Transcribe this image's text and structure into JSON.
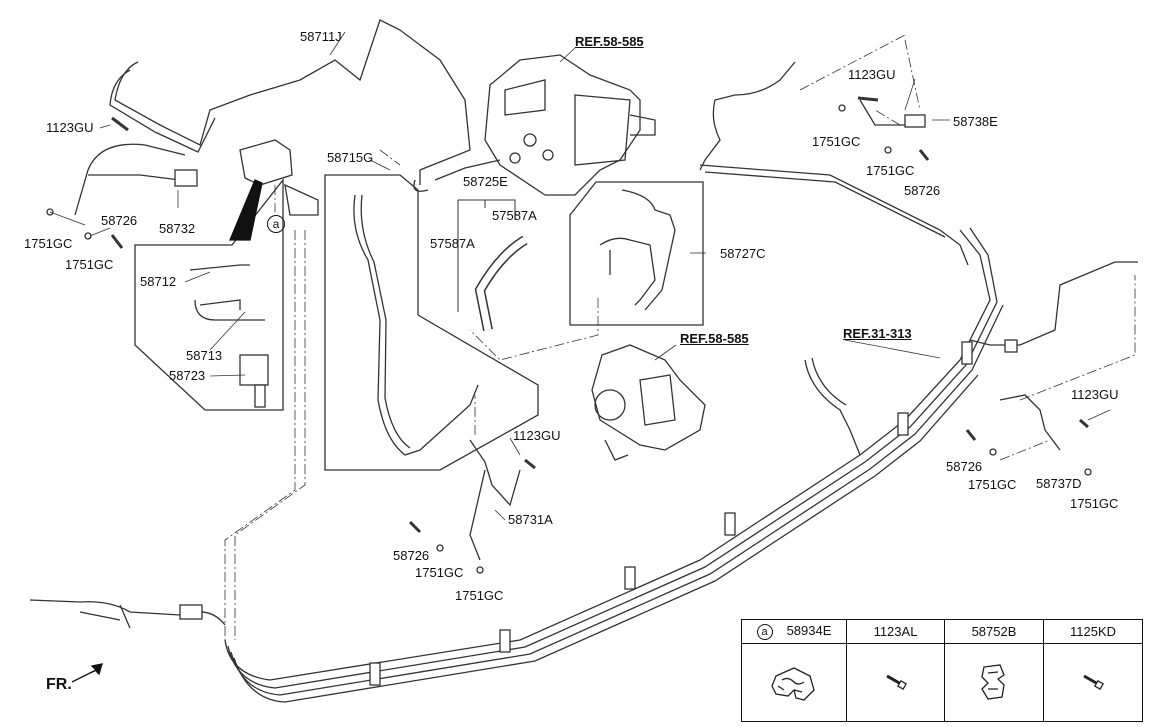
{
  "labels": {
    "l58711J": "58711J",
    "l1123GU_a": "1123GU",
    "l58732": "58732",
    "l1751GC_a": "1751GC",
    "l58726_a": "58726",
    "l1751GC_b": "1751GC",
    "l58712": "58712",
    "l58713": "58713",
    "l58723": "58723",
    "l58715G": "58715G",
    "l58725E": "58725E",
    "l57587A_a": "57587A",
    "l57587A_b": "57587A",
    "l58727C": "58727C",
    "l1123GU_b": "1123GU",
    "l58731A": "58731A",
    "l58726_b": "58726",
    "l1751GC_c": "1751GC",
    "l1751GC_d": "1751GC",
    "l1123GU_c": "1123GU",
    "l58738E": "58738E",
    "l1751GC_e": "1751GC",
    "l1751GC_f": "1751GC",
    "l58726_c": "58726",
    "l1123GU_d": "1123GU",
    "l58726_d": "58726",
    "l1751GC_g": "1751GC",
    "l58737D": "58737D",
    "l1751GC_h": "1751GC",
    "ref_top": "REF.58-585",
    "ref_mid": "REF.58-585",
    "ref_right": "REF.31-313",
    "circle_a": "a",
    "front": "FR."
  },
  "legend": {
    "marker": "a",
    "parts": [
      "58934E",
      "1123AL",
      "58752B",
      "1125KD"
    ]
  }
}
